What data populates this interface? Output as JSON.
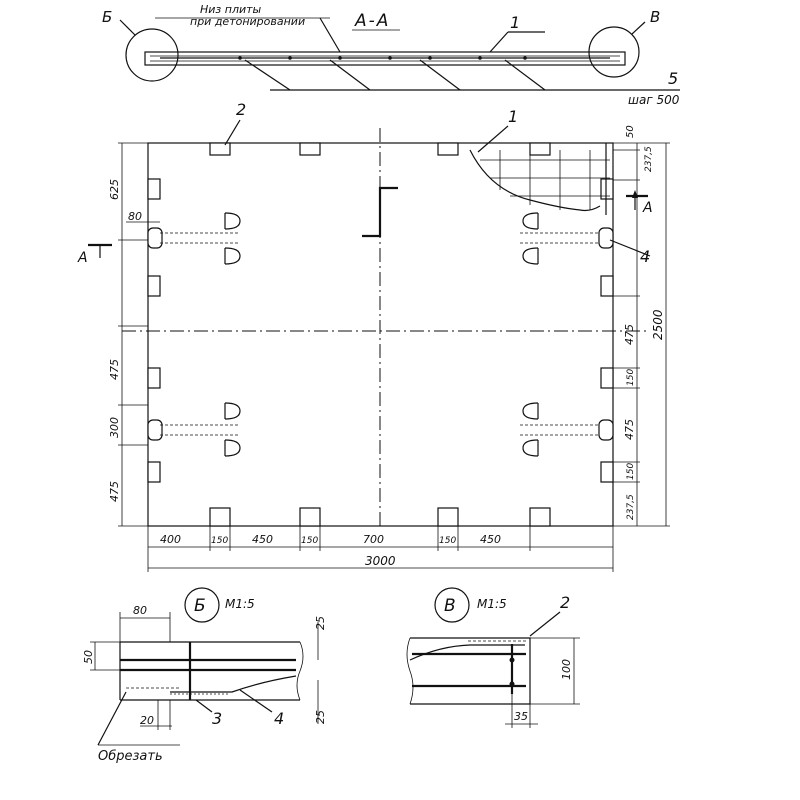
{
  "section": {
    "title": "А-А",
    "note_line1": "Низ плиты",
    "note_line2": "при детонировании",
    "callout_b": "Б",
    "callout_v": "В",
    "pos1": "1",
    "pos5": "5",
    "step": "шаг 500"
  },
  "plan": {
    "pos2": "2",
    "pos1": "1",
    "pos4": "4",
    "cut_left": "А",
    "cut_right": "А",
    "left_dims": [
      "625",
      "80",
      "475",
      "300",
      "475"
    ],
    "right_dims": [
      "50",
      "237,5",
      "475",
      "150",
      "475",
      "150",
      "237,5"
    ],
    "overall_height": "2500",
    "bottom_dims": [
      "400",
      "150",
      "450",
      "150",
      "700",
      "150",
      "450"
    ],
    "overall_width": "3000"
  },
  "detail_b": {
    "label": "Б",
    "scale": "М1:5",
    "dim_top": "80",
    "dim_left": "50",
    "dim_right_top": "25",
    "dim_right_bottom": "25",
    "dim_bottom": "20",
    "pos3": "3",
    "pos4": "4",
    "note": "Обрезать"
  },
  "detail_v": {
    "label": "В",
    "scale": "М1:5",
    "pos2": "2",
    "dim_height": "100",
    "dim_bottom": "35"
  }
}
